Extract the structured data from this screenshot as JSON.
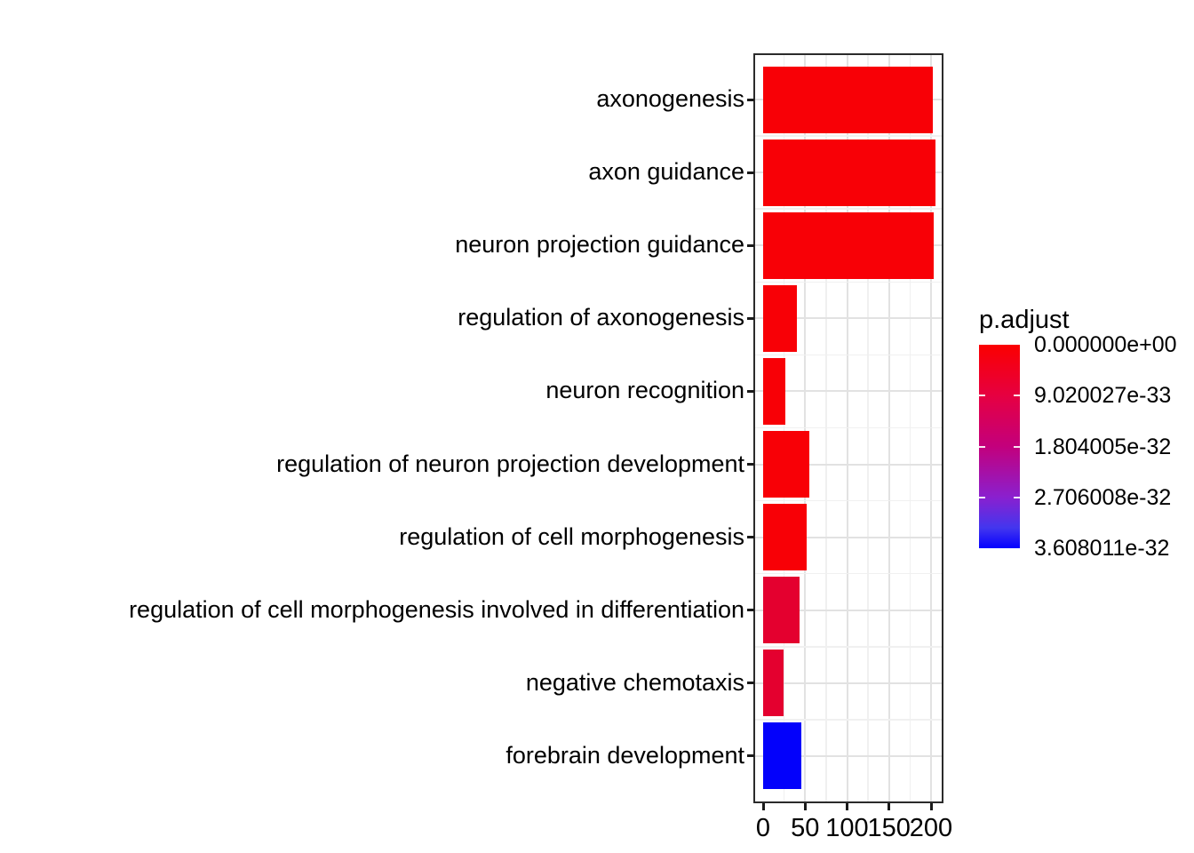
{
  "chart_data": {
    "type": "bar",
    "orientation": "horizontal",
    "title": "",
    "xlabel": "",
    "ylabel": "",
    "categories": [
      "axonogenesis",
      "axon guidance",
      "neuron projection guidance",
      "regulation of axonogenesis",
      "neuron recognition",
      "regulation of neuron projection development",
      "regulation of cell morphogenesis",
      "regulation of cell morphogenesis involved in differentiation",
      "negative chemotaxis",
      "forebrain development"
    ],
    "values": [
      202,
      205,
      203,
      40,
      26,
      55,
      52,
      43,
      24,
      46
    ],
    "bar_colors": [
      "#f80006",
      "#f80006",
      "#f80006",
      "#f80006",
      "#f80006",
      "#f80006",
      "#f80006",
      "#e4002f",
      "#e4002f",
      "#0301fb"
    ],
    "x_ticks": [
      0,
      50,
      100,
      150,
      200
    ],
    "x_minor_ticks": [
      25,
      75,
      125,
      175
    ],
    "xlim": [
      0,
      212
    ],
    "grid": "on",
    "panel_border": true,
    "legend": {
      "title": "p.adjust",
      "position": "right",
      "type": "colorbar",
      "gradient_top_color": "#fb0000",
      "gradient_bottom_color": "#0500ff",
      "labels": [
        "0.000000e+00",
        "9.020027e-33",
        "1.804005e-32",
        "2.706008e-32",
        "3.608011e-32"
      ]
    }
  },
  "colors": {
    "bar_red": "#f80006",
    "bar_crimson": "#e4002f",
    "bar_blue": "#0301fb",
    "grid_major": "#e2e2e2",
    "grid_minor": "#f0f0f0",
    "panel_border": "#2b2b2b",
    "text": "#000000",
    "background": "#ffffff"
  }
}
